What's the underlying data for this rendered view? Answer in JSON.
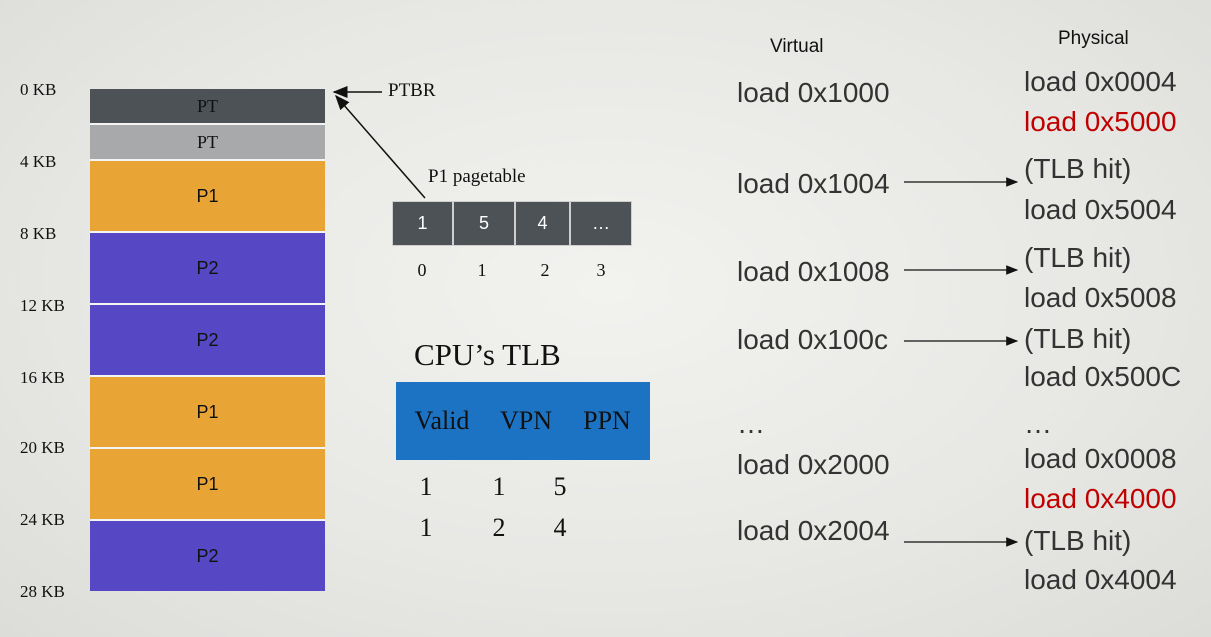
{
  "memory": {
    "labels": [
      "0 KB",
      "4 KB",
      "8 KB",
      "12 KB",
      "16 KB",
      "20 KB",
      "24 KB",
      "28 KB"
    ],
    "blocks": [
      {
        "label": "PT",
        "color": "#4d5257"
      },
      {
        "label": "PT",
        "color": "#a7a9ab"
      },
      {
        "label": "P1",
        "color": "#e8a535"
      },
      {
        "label": "P2",
        "color": "#5648c4"
      },
      {
        "label": "P2",
        "color": "#5648c4"
      },
      {
        "label": "P1",
        "color": "#e8a535"
      },
      {
        "label": "P1",
        "color": "#e8a535"
      },
      {
        "label": "P2",
        "color": "#5648c4"
      }
    ]
  },
  "ptbr_label": "PTBR",
  "pagetable": {
    "title": "P1 pagetable",
    "entries": [
      "1",
      "5",
      "4",
      "…"
    ],
    "indices": [
      "0",
      "1",
      "2",
      "3"
    ]
  },
  "tlb": {
    "title": "CPU’s TLB",
    "headers": [
      "Valid",
      "VPN",
      "PPN"
    ],
    "rows": [
      [
        "1",
        "1",
        "5"
      ],
      [
        "1",
        "2",
        "4"
      ]
    ]
  },
  "virtual": {
    "header": "Virtual",
    "loads": [
      "load 0x1000",
      "load 0x1004",
      "load 0x1008",
      "load 0x100c",
      "…",
      "load 0x2000",
      "load 0x2004"
    ]
  },
  "physical": {
    "header": "Physical",
    "loads": [
      "load 0x0004",
      "load 0x5000",
      "(TLB hit)",
      "load 0x5004",
      "(TLB hit)",
      "load 0x5008",
      "(TLB hit)",
      "load 0x500C",
      "…",
      "load 0x0008",
      "load 0x4000",
      "(TLB hit)",
      "load 0x4004"
    ]
  },
  "colors": {
    "highlight": "#c00000",
    "tlb_header": "#1c73c4"
  }
}
